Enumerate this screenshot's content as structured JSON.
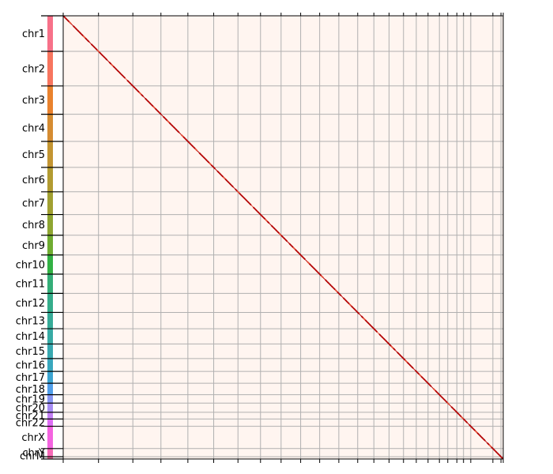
{
  "chart_data": {
    "type": "heatmap",
    "title": "",
    "xlabel": "",
    "ylabel": "",
    "background_color": "#fff5f0",
    "diagonal_color": "#b30000",
    "grid_color": "#b0b0b0",
    "chromosomes": [
      {
        "name": "chr1",
        "size": 249,
        "color": "#f77189"
      },
      {
        "name": "chr2",
        "size": 242,
        "color": "#f7755f"
      },
      {
        "name": "chr3",
        "size": 198,
        "color": "#e9822e"
      },
      {
        "name": "chr4",
        "size": 190,
        "color": "#d58c32"
      },
      {
        "name": "chr5",
        "size": 182,
        "color": "#c39532"
      },
      {
        "name": "chr6",
        "size": 171,
        "color": "#b29b31"
      },
      {
        "name": "chr7",
        "size": 159,
        "color": "#a1a031"
      },
      {
        "name": "chr8",
        "size": 145,
        "color": "#8ea531"
      },
      {
        "name": "chr9",
        "size": 138,
        "color": "#6fac31"
      },
      {
        "name": "chr10",
        "size": 134,
        "color": "#32b144"
      },
      {
        "name": "chr11",
        "size": 135,
        "color": "#34ae78"
      },
      {
        "name": "chr12",
        "size": 133,
        "color": "#35ad8b"
      },
      {
        "name": "chr13",
        "size": 114,
        "color": "#36ab98"
      },
      {
        "name": "chr14",
        "size": 107,
        "color": "#37aaa4"
      },
      {
        "name": "chr15",
        "size": 102,
        "color": "#38a8b0"
      },
      {
        "name": "chr16",
        "size": 90,
        "color": "#39a7bd"
      },
      {
        "name": "chr17",
        "size": 83,
        "color": "#3ba4d0"
      },
      {
        "name": "chr18",
        "size": 80,
        "color": "#519fea"
      },
      {
        "name": "chr19",
        "size": 59,
        "color": "#8896f4"
      },
      {
        "name": "chr20",
        "size": 64,
        "color": "#a78df4"
      },
      {
        "name": "chr21",
        "size": 47,
        "color": "#c27ff4"
      },
      {
        "name": "chr22",
        "size": 51,
        "color": "#dd6cf4"
      },
      {
        "name": "chrX",
        "size": 156,
        "color": "#f464e0"
      },
      {
        "name": "chrY",
        "size": 57,
        "color": "#f569b7"
      },
      {
        "name": "chrM",
        "size": 16,
        "color": "#f56ea0"
      }
    ]
  }
}
